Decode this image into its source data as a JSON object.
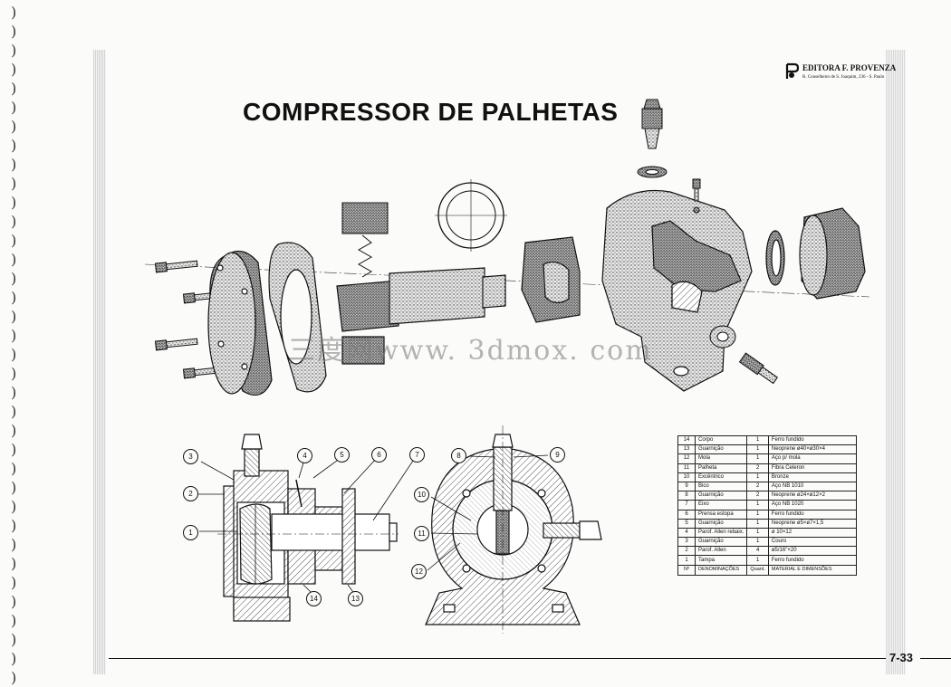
{
  "title": "COMPRESSOR DE PALHETAS",
  "publisher": {
    "name": "EDITORA F. PROVENZA",
    "address": "R. Conselheiro de S. Joaquim, 236 - S. Paulo"
  },
  "page_number": "7-33",
  "watermark": "三度网www. 3dmox. com",
  "section_labels": [
    "1",
    "2",
    "3",
    "4",
    "5",
    "6",
    "7",
    "8",
    "9",
    "10",
    "11",
    "12",
    "13",
    "14"
  ],
  "parts_table": {
    "header": {
      "num": "Nº",
      "name": "DENOMINAÇÕES",
      "qty": "Quant.",
      "material": "MATERIAL E DIMENSÕES"
    },
    "rows": [
      {
        "num": "14",
        "name": "Corpo",
        "qty": "1",
        "material": "Ferro fundido"
      },
      {
        "num": "13",
        "name": "Guarnição",
        "qty": "1",
        "material": "Neoprene ø40×ø30×4"
      },
      {
        "num": "12",
        "name": "Mola",
        "qty": "1",
        "material": "Aço p/ mola"
      },
      {
        "num": "11",
        "name": "Palheta",
        "qty": "2",
        "material": "Fibra Celeron"
      },
      {
        "num": "10",
        "name": "Excêntrico",
        "qty": "1",
        "material": "Bronze"
      },
      {
        "num": "9",
        "name": "Bico",
        "qty": "2",
        "material": "Aço NB 1010"
      },
      {
        "num": "8",
        "name": "Guarnição",
        "qty": "2",
        "material": "Neoprene ø24×ø12×2"
      },
      {
        "num": "7",
        "name": "Eixo",
        "qty": "1",
        "material": "Aço NB 1020"
      },
      {
        "num": "6",
        "name": "Prensa estopa",
        "qty": "1",
        "material": "Ferro fundido"
      },
      {
        "num": "5",
        "name": "Guarnição",
        "qty": "1",
        "material": "Neoprene ø5×ø7×1,5"
      },
      {
        "num": "4",
        "name": "Parof. Allen rebaix.",
        "qty": "1",
        "material": "ø 10×12"
      },
      {
        "num": "3",
        "name": "Guarnição",
        "qty": "1",
        "material": "Couro"
      },
      {
        "num": "2",
        "name": "Parof. Allen",
        "qty": "4",
        "material": "ø5/16\"×20"
      },
      {
        "num": "1",
        "name": "Tampa",
        "qty": "1",
        "material": "Ferro fundido"
      }
    ]
  }
}
